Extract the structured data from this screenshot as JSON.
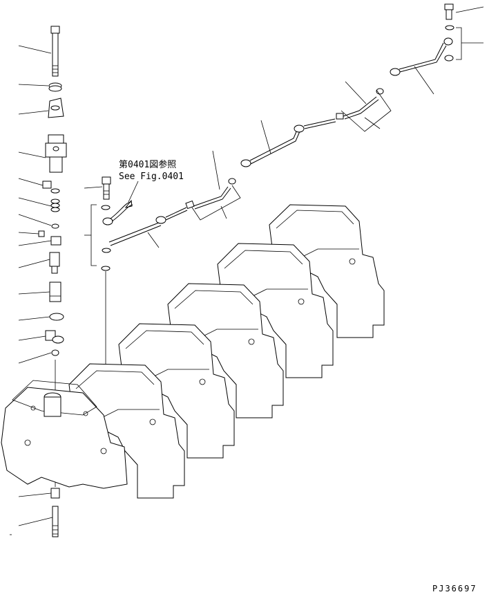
{
  "reference_note": {
    "line1": "第0401図参照",
    "line2": "See Fig.0401"
  },
  "drawing_number": "PJ36697",
  "colors": {
    "line": "#000000",
    "background": "#ffffff"
  }
}
